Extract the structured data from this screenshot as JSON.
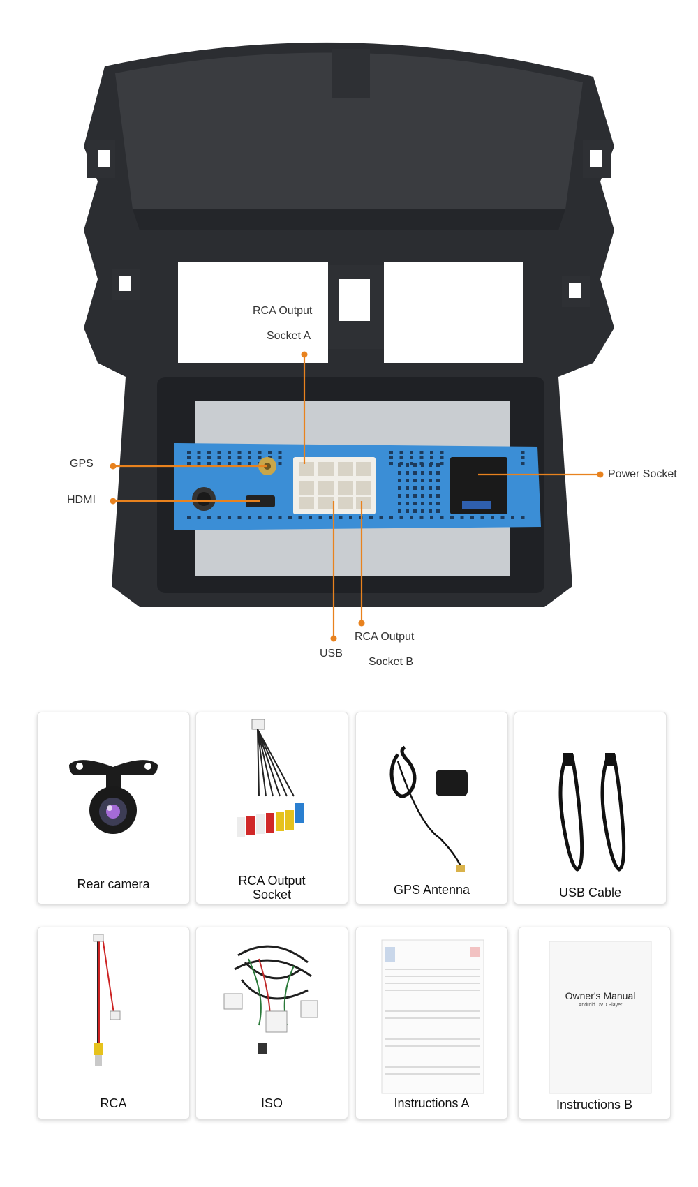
{
  "callouts": {
    "rca_a_line1": "RCA Output",
    "rca_a_line2": "Socket A",
    "gps": "GPS",
    "hdmi": "HDMI",
    "power": "Power Socket",
    "usb": "USB",
    "rca_b_line1": "RCA Output",
    "rca_b_line2": "Socket B"
  },
  "accessories": {
    "rear_camera": "Rear camera",
    "rca_output_line1": "RCA Output",
    "rca_output_line2": "Socket",
    "gps_antenna": "GPS Antenna",
    "usb_cable": "USB Cable",
    "rca": "RCA",
    "iso": "ISO",
    "instructions_a": "Instructions A",
    "instructions_b": "Instructions B",
    "manual_title": "Owner's Manual",
    "manual_subtitle": "Android DVD Player"
  },
  "colors": {
    "callout_line": "#e8821e",
    "unit_blue": "#3b8ed6",
    "frame": "#2b2d31"
  }
}
